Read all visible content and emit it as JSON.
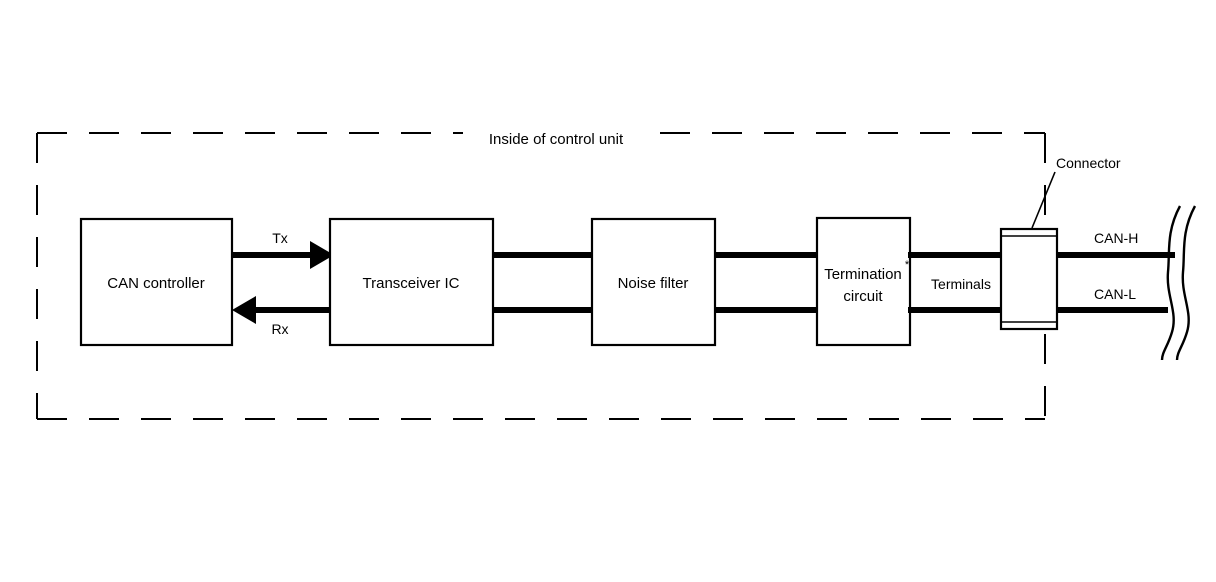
{
  "diagram": {
    "title": "Inside of control unit",
    "blocks": [
      {
        "id": "can-controller",
        "label": "CAN controller"
      },
      {
        "id": "transceiver-ic",
        "label": "Transceiver IC"
      },
      {
        "id": "noise-filter",
        "label": "Noise filter"
      },
      {
        "id": "termination-circuit",
        "label_line1": "Termination",
        "label_line2": "circuit",
        "footnote_marker": "*"
      },
      {
        "id": "connector",
        "label": "Connector"
      }
    ],
    "signals": {
      "tx": "Tx",
      "rx": "Rx"
    },
    "bus_labels": {
      "can_high": "CAN-H",
      "can_low": "CAN-L"
    },
    "terminals_label": "Terminals",
    "colors": {
      "stroke": "#000000",
      "background": "#ffffff"
    }
  }
}
